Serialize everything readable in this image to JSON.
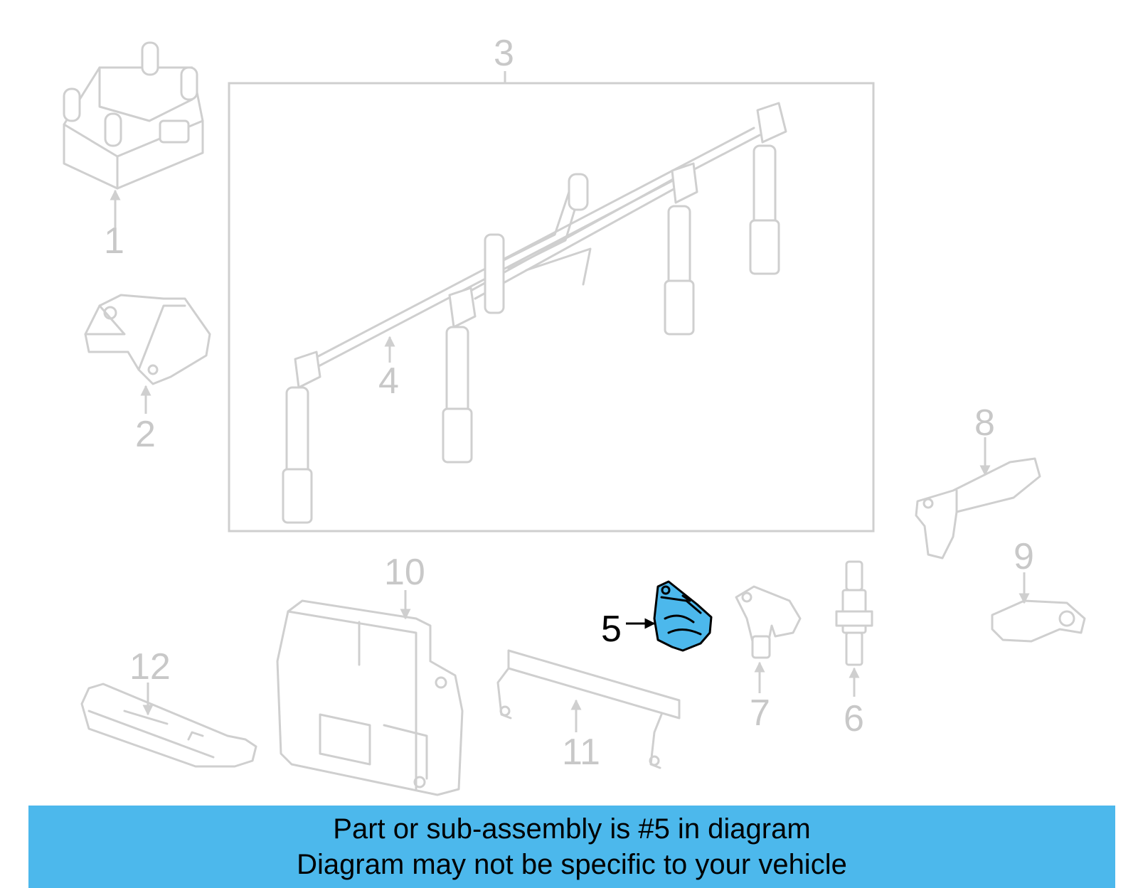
{
  "diagram": {
    "callouts": {
      "c1": "1",
      "c2": "2",
      "c3": "3",
      "c4": "4",
      "c5": "5",
      "c6": "6",
      "c7": "7",
      "c8": "8",
      "c9": "9",
      "c10": "10",
      "c11": "11",
      "c12": "12"
    },
    "highlighted_part": "5",
    "highlight_color": "#4cb8ec",
    "part_line_color": "#cfcfcf"
  },
  "banner": {
    "line1": "Part or sub-assembly is #5 in diagram",
    "line2": "Diagram may not be specific to your vehicle",
    "background": "#4cb8ec"
  }
}
